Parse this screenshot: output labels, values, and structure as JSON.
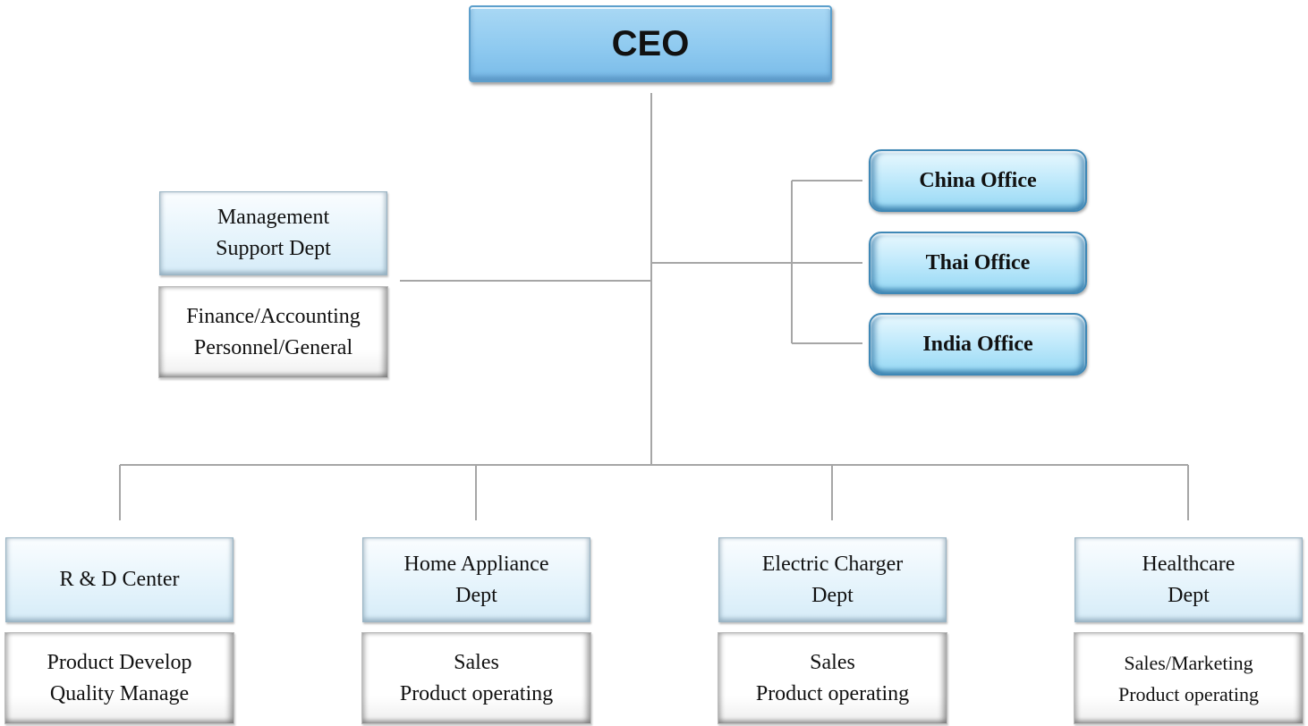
{
  "ceo": "CEO",
  "management": {
    "title": [
      "Management",
      "Support Dept"
    ],
    "units": [
      "Finance/Accounting",
      "Personnel/General"
    ]
  },
  "offices": [
    "China Office",
    "Thai Office",
    "India Office"
  ],
  "departments": [
    {
      "title": [
        "R & D Center"
      ],
      "units": [
        "Product Develop",
        "Quality Manage"
      ]
    },
    {
      "title": [
        "Home Appliance",
        "Dept"
      ],
      "units": [
        "Sales",
        "Product operating"
      ]
    },
    {
      "title": [
        "Electric Charger",
        "Dept"
      ],
      "units": [
        "Sales",
        "Product operating"
      ]
    },
    {
      "title": [
        "Healthcare",
        "Dept"
      ],
      "units": [
        "Sales/Marketing",
        "Product operating"
      ]
    }
  ],
  "colors": {
    "ceo_fill": "#8fcaf0",
    "office_fill": "#bfe9fb",
    "dept_fill": "#e4f3fb",
    "connector": "#a6a6a6"
  }
}
